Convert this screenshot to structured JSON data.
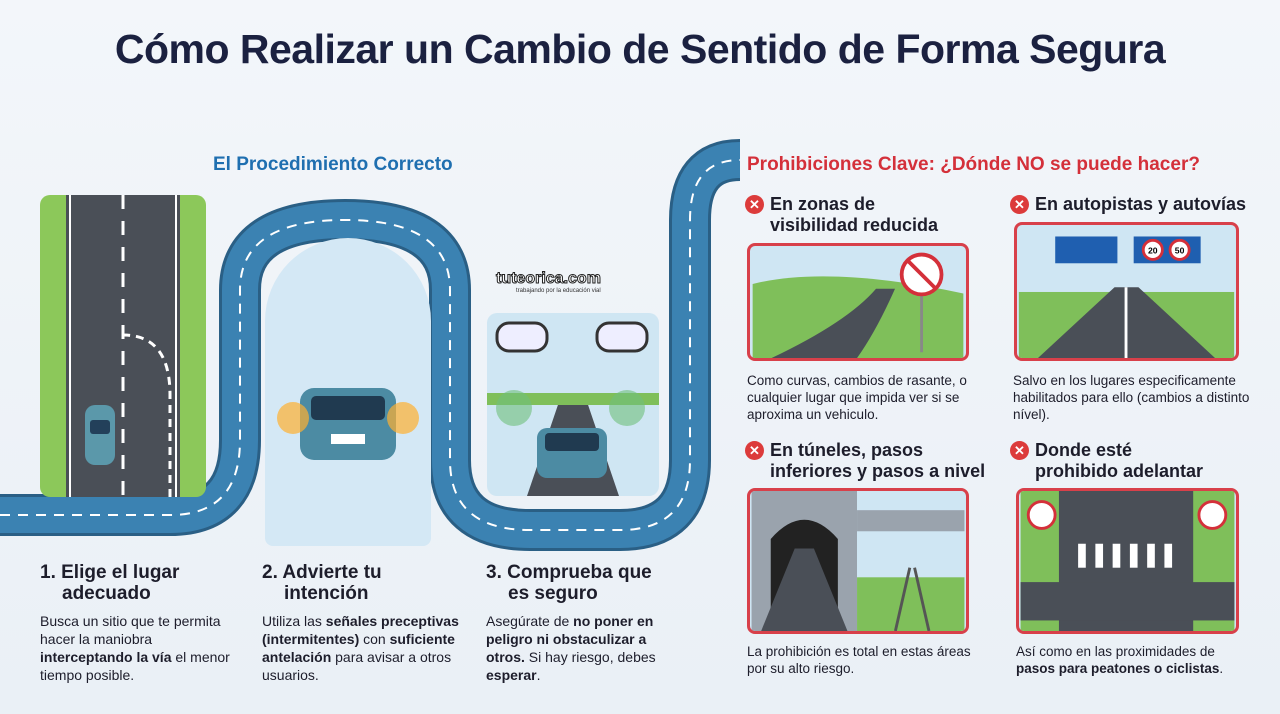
{
  "title": "Cómo Realizar un Cambio de Sentido de Forma Segura",
  "procedure": {
    "heading": "El Procedimiento Correcto",
    "watermark": {
      "brand": "tuteorica.com",
      "tagline": "trabajando por la educación vial"
    },
    "steps": [
      {
        "title_line1": "1. Elige el lugar",
        "title_line2": "adecuado",
        "desc": [
          {
            "t": "Busca un sitio que te permita hacer la maniobra ",
            "b": false
          },
          {
            "t": "interceptando la vía",
            "b": true
          },
          {
            "t": " el menor tiempo posible.",
            "b": false
          }
        ]
      },
      {
        "title_line1": "2. Advierte tu",
        "title_line2": "intención",
        "desc": [
          {
            "t": "Utiliza las ",
            "b": false
          },
          {
            "t": "señales preceptivas (intermitentes)",
            "b": true
          },
          {
            "t": " con ",
            "b": false
          },
          {
            "t": "suficiente antelación",
            "b": true
          },
          {
            "t": " para avisar a otros usuarios.",
            "b": false
          }
        ]
      },
      {
        "title_line1": "3. Comprueba que",
        "title_line2": "es seguro",
        "desc": [
          {
            "t": "Asegúrate de ",
            "b": false
          },
          {
            "t": "no poner en peligro ni obstaculizar a otros.",
            "b": true
          },
          {
            "t": " Si hay riesgo, debes ",
            "b": false
          },
          {
            "t": "esperar",
            "b": true
          },
          {
            "t": ".",
            "b": false
          }
        ]
      }
    ]
  },
  "prohibitions": {
    "heading": "Prohibiciones Clave: ¿Dónde NO se puede hacer?",
    "items": [
      {
        "title_line1": "En zonas de",
        "title_line2": "visibilidad reducida",
        "desc": "Como curvas, cambios de rasante, o cualquier lugar que impida ver si se aproxima un vehiculo."
      },
      {
        "title_line1": "En autopistas y autovías",
        "title_line2": "",
        "desc": "Salvo en los lugares especificamente habilitados para ello (cambios a distinto nível).",
        "signs": [
          "20",
          "50"
        ]
      },
      {
        "title_line1": "En túneles, pasos",
        "title_line2": "inferiores y pasos a nivel",
        "desc": "La prohibición es total en estas áreas por su alto riesgo."
      },
      {
        "title_line1": "Donde esté",
        "title_line2": "prohibido adelantar",
        "desc": [
          {
            "t": "Así como en las proximidades de ",
            "b": false
          },
          {
            "t": "pasos para peatones o ciclistas",
            "b": true
          },
          {
            "t": ".",
            "b": false
          }
        ]
      }
    ]
  },
  "colors": {
    "accent_blue": "#1f6fb0",
    "accent_red": "#d4303a",
    "road": "#2f6f96"
  }
}
